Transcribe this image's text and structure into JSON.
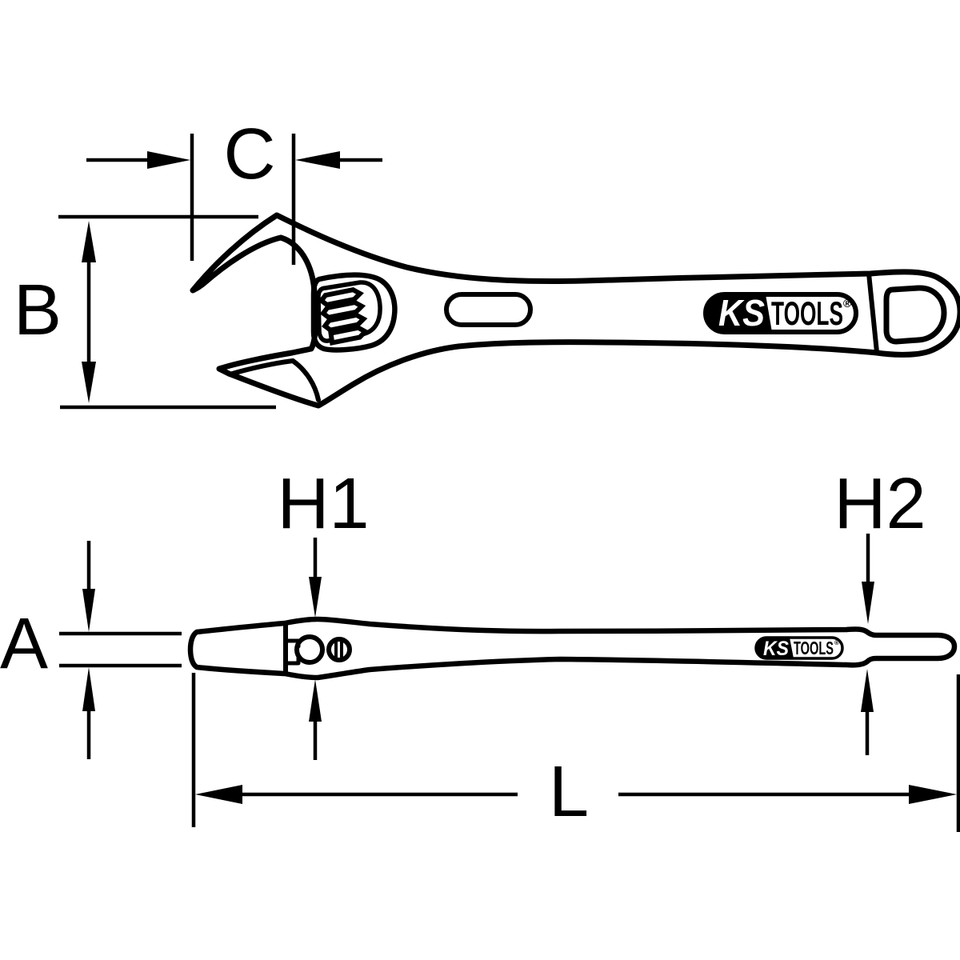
{
  "figure": {
    "kind": "technical line drawing",
    "subject": "adjustable wrench shown in top view and side view with dimension callouts",
    "background_color": "#ffffff",
    "line_color": "#000000"
  },
  "dimension_labels": {
    "jaw_opening": "C",
    "head_width": "B",
    "head_thickness": "H1",
    "handle_thickness": "H2",
    "jaw_tip_thickness": "A",
    "overall_length": "L"
  },
  "brand_logo": {
    "left_text": "KS",
    "right_text": "TOOLS",
    "registered_mark": "®"
  }
}
